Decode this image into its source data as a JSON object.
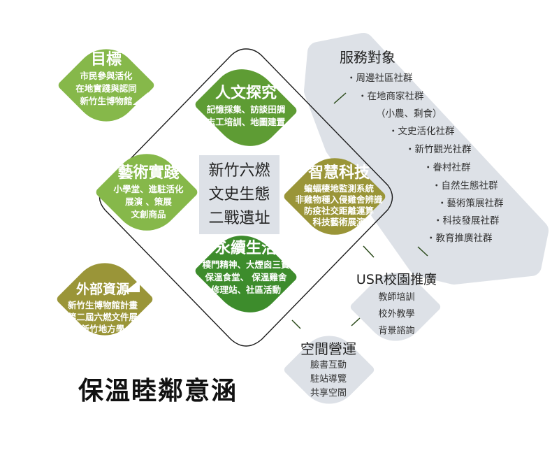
{
  "title": "保溫睦鄰意涵",
  "center": {
    "lines": [
      "新竹六燃",
      "文史生態",
      "二戰遺址"
    ]
  },
  "goal": {
    "heading": "目標",
    "lines": [
      "市民參與活化",
      "在地實踐與認同",
      "新竹生博物館"
    ]
  },
  "humanities": {
    "heading": "人文探究",
    "lines": [
      "記憶採集、訪談田調",
      "志工培訓、地圖建置"
    ]
  },
  "arts": {
    "heading": "藝術實踐",
    "lines": [
      "小學堂、進駐活化",
      "展演 、策展",
      "文創商品"
    ]
  },
  "tech": {
    "heading": "智慧科技",
    "lines": [
      "蝙蝠棲地監測系統",
      "非雞物種入侵雞舍辨識",
      "防疫社交距離運算",
      "科技藝術展演"
    ]
  },
  "living": {
    "heading": "永續生活",
    "lines": [
      "樸門精神、大煙囪三寶",
      "保溫食堂、 保溫雞舍",
      "修理站、社區活動"
    ]
  },
  "external": {
    "heading": "外部資源",
    "lines": [
      "新竹生博物館計畫",
      "第二屆六燃文件展",
      "新竹地方學"
    ]
  },
  "services": {
    "heading": "服務對象",
    "items": [
      "・周邊社區社群",
      "・在地商家社群",
      "（小農、剩食）",
      "・文史活化社群",
      "・新竹觀光社群",
      "・眷村社群",
      "・自然生態社群",
      "・藝術策展社群",
      "・科技發展社群",
      "・教育推廣社群"
    ]
  },
  "usr": {
    "heading": "USR校園推廣",
    "lines": [
      "教師培訓",
      "校外教學",
      "背景諮詢"
    ]
  },
  "space": {
    "heading": "空間營運",
    "lines": [
      "臉書互動",
      "駐站導覽",
      "共享空間"
    ]
  },
  "colors": {
    "light_green": "#86b84a",
    "green": "#5e9c34",
    "dark_green": "#3d8c2c",
    "olive": "#9a9538",
    "gray": "#dde1e7"
  }
}
